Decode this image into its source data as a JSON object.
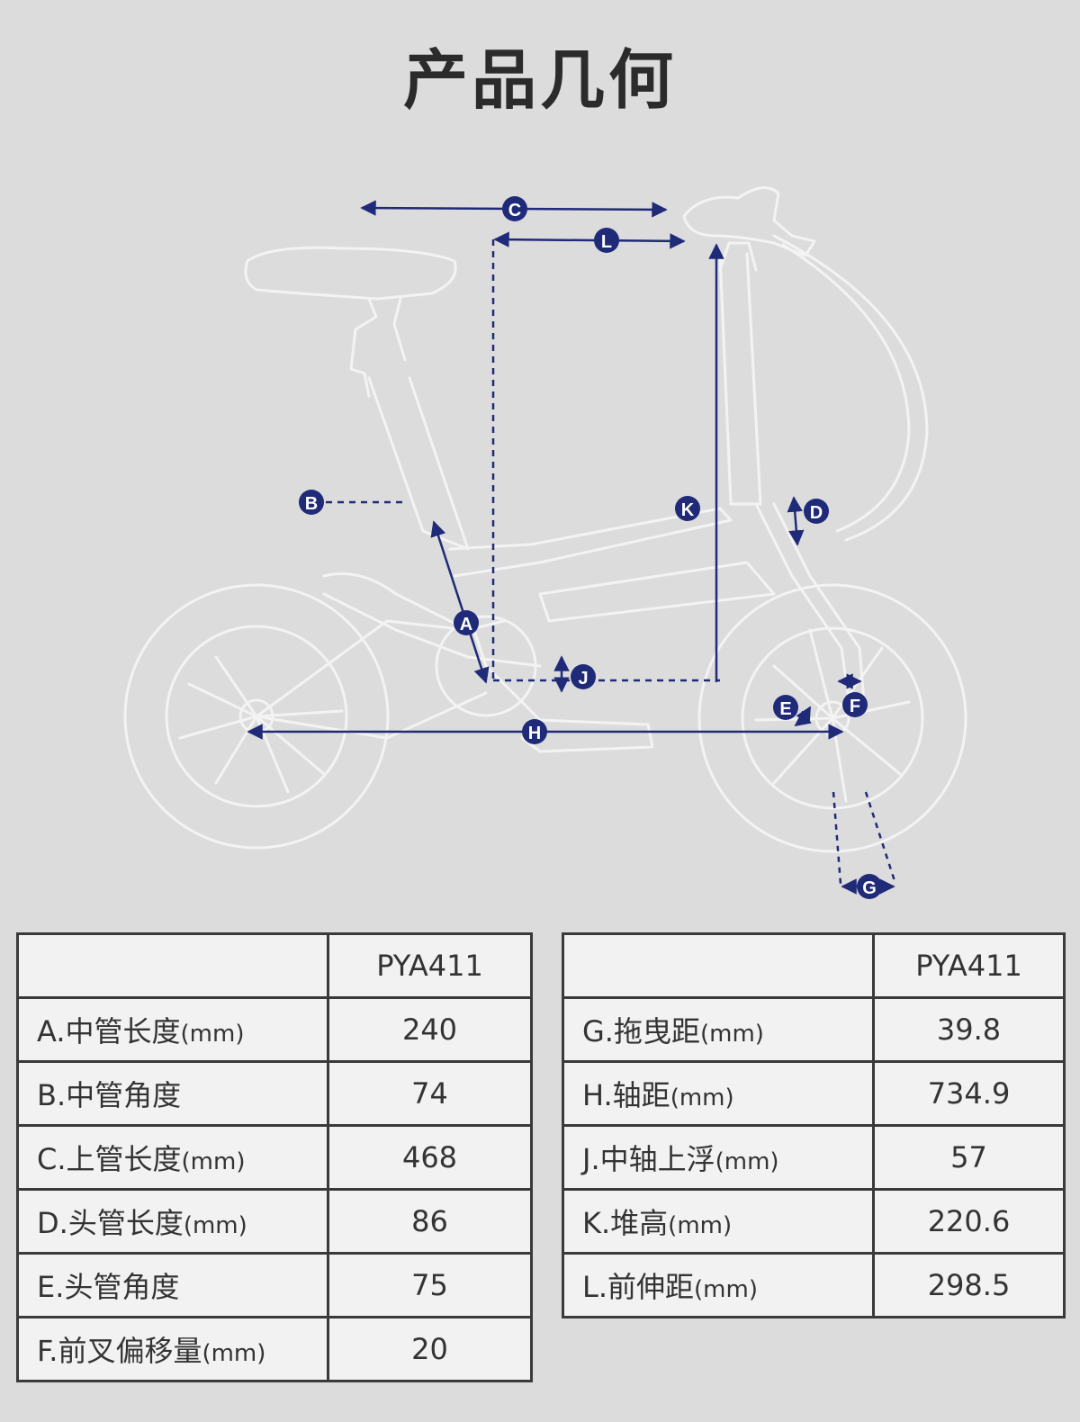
{
  "title": "产品几何",
  "colors": {
    "marker": "#1f2a78",
    "outline": "#f2f2f2",
    "dim": "#1f2a78"
  },
  "markers": [
    "A",
    "B",
    "C",
    "D",
    "E",
    "F",
    "G",
    "H",
    "J",
    "K",
    "L"
  ],
  "table_left": {
    "header": "PYA411",
    "rows": [
      {
        "label": "A.中管长度",
        "unit": "(mm)",
        "value": "240"
      },
      {
        "label": "B.中管角度",
        "unit": "",
        "value": "74"
      },
      {
        "label": "C.上管长度",
        "unit": "(mm)",
        "value": "468"
      },
      {
        "label": "D.头管长度",
        "unit": "(mm)",
        "value": "86"
      },
      {
        "label": "E.头管角度",
        "unit": "",
        "value": "75"
      },
      {
        "label": "F.前叉偏移量",
        "unit": "(mm)",
        "value": "20"
      }
    ]
  },
  "table_right": {
    "header": "PYA411",
    "rows": [
      {
        "label": "G.拖曳距",
        "unit": "(mm)",
        "value": "39.8"
      },
      {
        "label": "H.轴距",
        "unit": "(mm)",
        "value": "734.9"
      },
      {
        "label": "J.中轴上浮",
        "unit": "(mm)",
        "value": "57"
      },
      {
        "label": "K.堆高",
        "unit": "(mm)",
        "value": "220.6"
      },
      {
        "label": "L.前伸距",
        "unit": "(mm)",
        "value": "298.5"
      }
    ]
  }
}
